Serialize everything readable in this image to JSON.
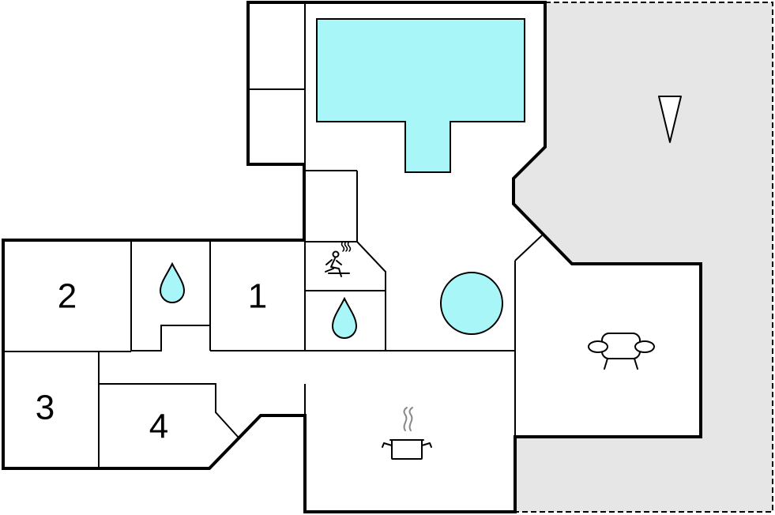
{
  "floorplan": {
    "rooms": [
      {
        "number": "1"
      },
      {
        "number": "2"
      },
      {
        "number": "3"
      },
      {
        "number": "4"
      }
    ],
    "icons": [
      "bathroom-drop-icon",
      "bathroom-drop-icon",
      "sauna-icon",
      "cooking-pot-icon",
      "sofa-icon",
      "north-arrow-icon",
      "whirlpool-icon",
      "swimming-pool-icon"
    ],
    "colors": {
      "pool": "#a8f6f8",
      "terrace": "#e6e6e6",
      "wall": "#000000"
    }
  }
}
